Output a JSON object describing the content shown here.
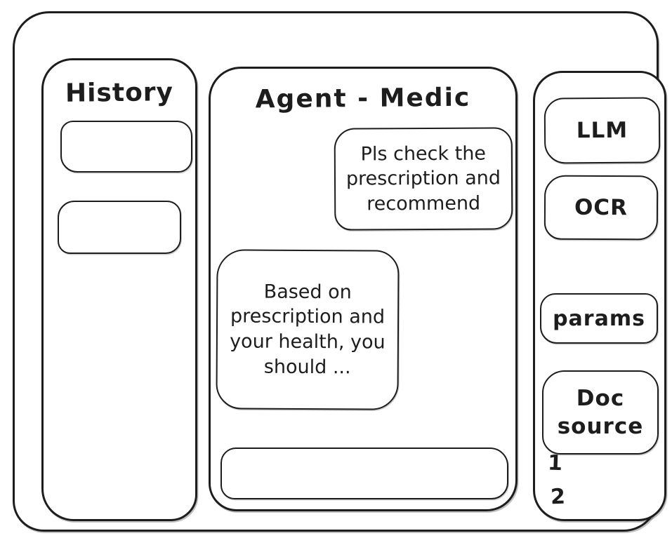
{
  "history_panel": {
    "title": "History"
  },
  "chat_panel": {
    "title": "Agent - Medic",
    "messages": [
      {
        "role": "user",
        "text": "Pls check the prescription and recommend"
      },
      {
        "role": "assistant",
        "text": "Based on prescription and your health, you should ..."
      }
    ],
    "input_value": ""
  },
  "tools_panel": {
    "llm_button": "LLM",
    "ocr_button": "OCR",
    "params_button": "params",
    "doc_source_button": "Doc source",
    "doc_list": [
      "1",
      "2"
    ]
  },
  "colors": {
    "ink": "#1d1d1d",
    "background": "#ffffff"
  }
}
